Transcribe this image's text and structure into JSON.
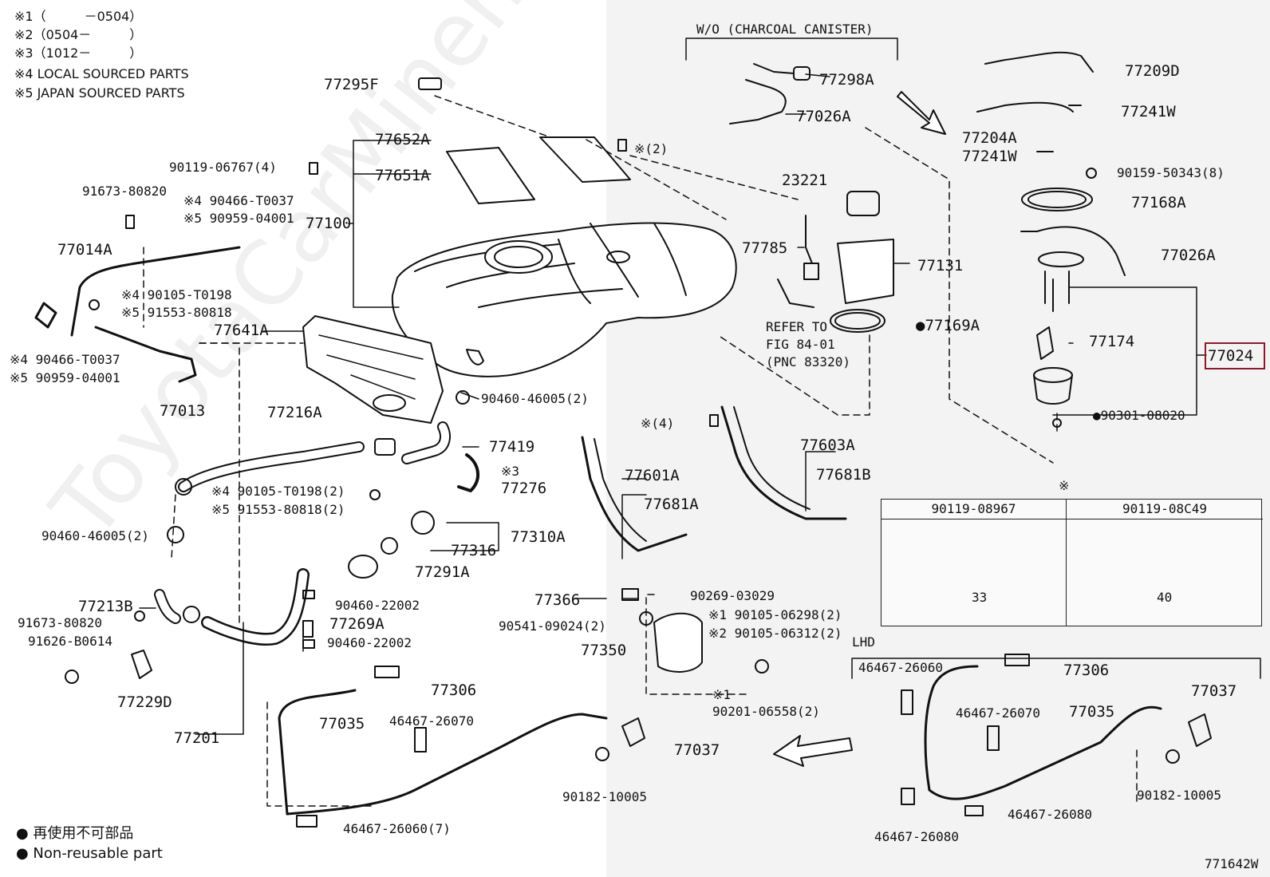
{
  "notes": {
    "n1": "※1（　　　－0504）",
    "n2": "※2（0504－　　　）",
    "n3": "※3（1012－　　　）",
    "n4": "※4 LOCAL SOURCED PARTS",
    "n5": "※5 JAPAN SOURCED PARTS"
  },
  "watermark": "ToyotaCarMiner.ru",
  "headings": {
    "wo_canister": "W/O (CHARCOAL CANISTER)",
    "lhd": "LHD",
    "refer": [
      "REFER TO",
      "FIG 84-01",
      "(PNC 83320)"
    ],
    "table_mark": "※"
  },
  "labels": {
    "p77295F": "77295F",
    "p77652A": "77652A",
    "p77651A": "77651A",
    "p77100": "77100",
    "p90119_06767": "90119-06767(4)",
    "p91673_80820a": "91673-80820",
    "p90466_T0037a": "※4 90466-T0037",
    "p90959_04001a": "※5 90959-04001",
    "p77014A": "77014A",
    "p90105_T0198a": "※4 90105-T0198",
    "p91553_80818a": "※5 91553-80818",
    "p77641A": "77641A",
    "p90466_T0037b": "※4 90466-T0037",
    "p90959_04001b": "※5 90959-04001",
    "p77013": "77013",
    "p77216A": "77216A",
    "p90460_46005a": "90460-46005(2)",
    "p77419": "77419",
    "p77276": "77276",
    "p77276note": "※3",
    "p90105_T0198b": "※4 90105-T0198(2)",
    "p91553_80818b": "※5 91553-80818(2)",
    "p90460_46005b": "90460-46005(2)",
    "p77310A": "77310A",
    "p77316": "77316",
    "p77291A": "77291A",
    "p77213B": "77213B",
    "p91673_80820b": "91673-80820",
    "p91626_B0614": "91626-B0614",
    "p77229D": "77229D",
    "p90460_22002a": "90460-22002",
    "p77269A": "77269A",
    "p90460_22002b": "90460-22002",
    "p77201": "77201",
    "p77306a": "77306",
    "p77035a": "77035",
    "p46467_26070a": "46467-26070",
    "p46467_26060a": "46467-26060(7)",
    "p77037a": "77037",
    "p90182_10005a": "90182-10005",
    "p77366": "77366",
    "p90269_03029": "90269-03029",
    "p90541_09024": "90541-09024(2)",
    "p90105_06298": "※1 90105-06298(2)",
    "p90105_06312": "※2 90105-06312(2)",
    "p77350": "77350",
    "p90201_06558note": "※1",
    "p90201_06558": "90201-06558(2)",
    "p_x4": "※(4)",
    "p_x2": "※(2)",
    "p77601A": "77601A",
    "p77681A": "77681A",
    "p77603A": "77603A",
    "p77681B": "77681B",
    "p77298A": "77298A",
    "p77026Aa": "77026A",
    "p23221": "23221",
    "p77785": "77785",
    "p77131": "77131",
    "p77169A": "●77169A",
    "p77209D": "77209D",
    "p77241Wa": "77241W",
    "p77204A": "77204A",
    "p77241Wb": "77241W",
    "p90159_50343": "90159-50343(8)",
    "p77168A": "77168A",
    "p77026Ab": "77026A",
    "p77174": "77174",
    "p77024": "77024",
    "p90301_08020": "●90301-08020",
    "p46467_26060b": "46467-26060",
    "p77306b": "77306",
    "p46467_26070b": "46467-26070",
    "p77035b": "77035",
    "p77037b": "77037",
    "p90182_10005b": "90182-10005",
    "p46467_26080a": "46467-26080",
    "p46467_26080b": "46467-26080"
  },
  "bolt_table": {
    "col1": "90119-08967",
    "col2": "90119-08C49",
    "len1": "33",
    "len2": "40"
  },
  "legend": {
    "jp": "● 再使用不可部品",
    "en": "● Non-reusable part"
  },
  "figure_id": "771642W",
  "colors": {
    "highlight": "#8b1a2b",
    "shade": "#f3f3f3"
  }
}
